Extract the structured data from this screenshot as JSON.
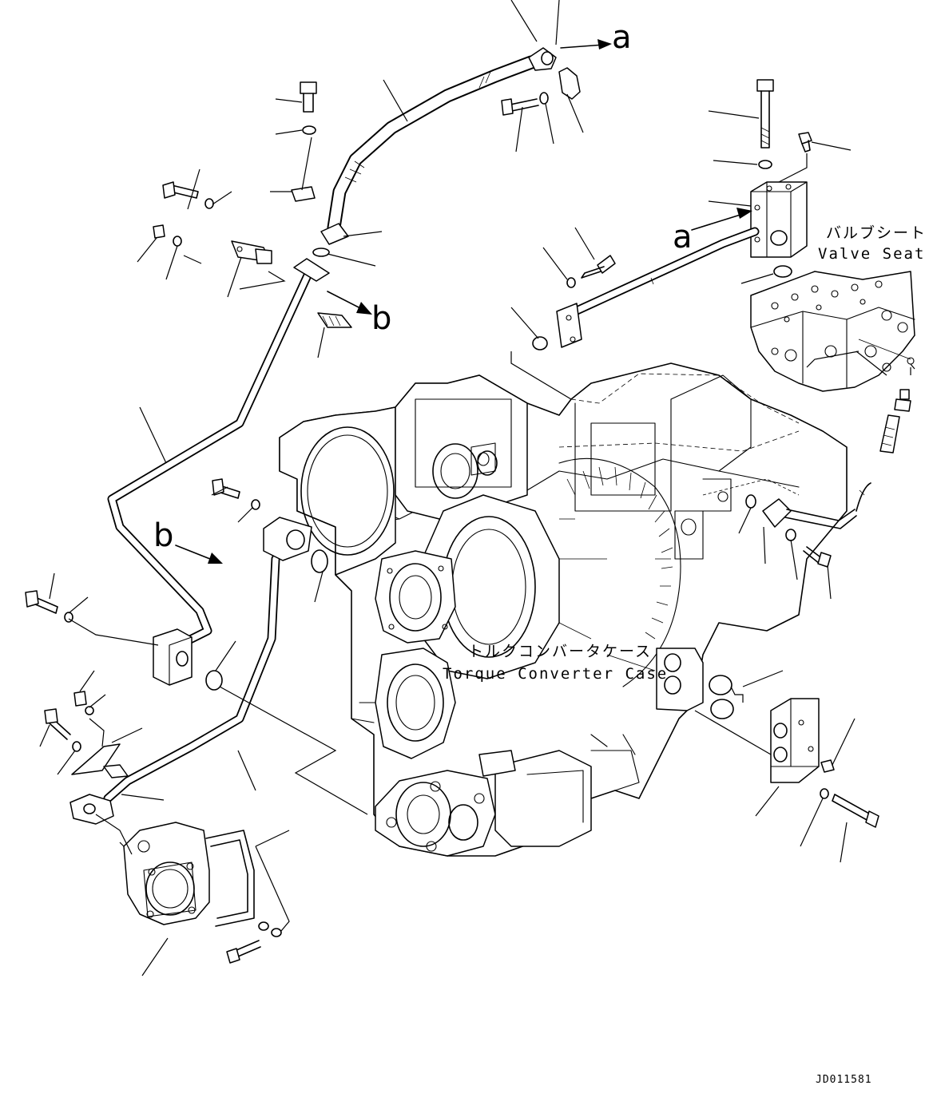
{
  "labels": {
    "valve_seat_jp": "バルブシート",
    "valve_seat_en": "Valve Seat",
    "torque_case_jp": "トルクコンバータケース",
    "torque_case_en": "Torque Converter Case",
    "ref_a": "a",
    "ref_b": "b",
    "drawing_code": "JD011581"
  }
}
